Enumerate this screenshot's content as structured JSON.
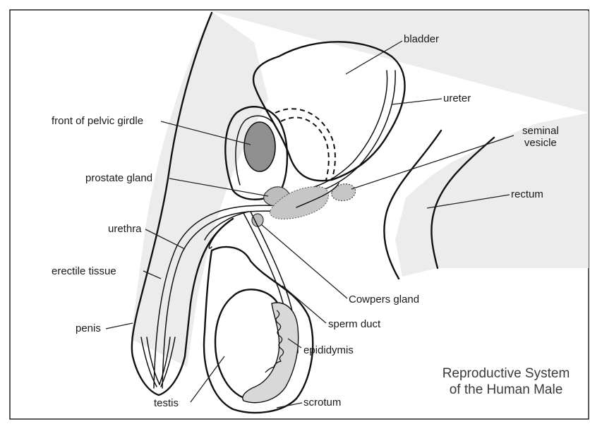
{
  "labels": {
    "bladder": "bladder",
    "ureter": "ureter",
    "seminal_vesicle_line1": "seminal",
    "seminal_vesicle_line2": "vesicle",
    "front_of_pelvic_girdle": "front of pelvic girdle",
    "prostate_gland": "prostate gland",
    "rectum": "rectum",
    "urethra": "urethra",
    "erectile_tissue": "erectile tissue",
    "cowpers_gland": "Cowpers gland",
    "penis": "penis",
    "sperm_duct": "sperm duct",
    "epididymis": "epididymis",
    "testis": "testis",
    "scrotum": "scrotum"
  },
  "title": {
    "line1": "Reproductive System",
    "line2": "of the Human Male"
  },
  "colors": {
    "background_tint": "#ececec",
    "page": "#ffffff",
    "pelvic_bone": "#8f8f8f",
    "gland": "#bdbdbd",
    "line": "#111111"
  }
}
